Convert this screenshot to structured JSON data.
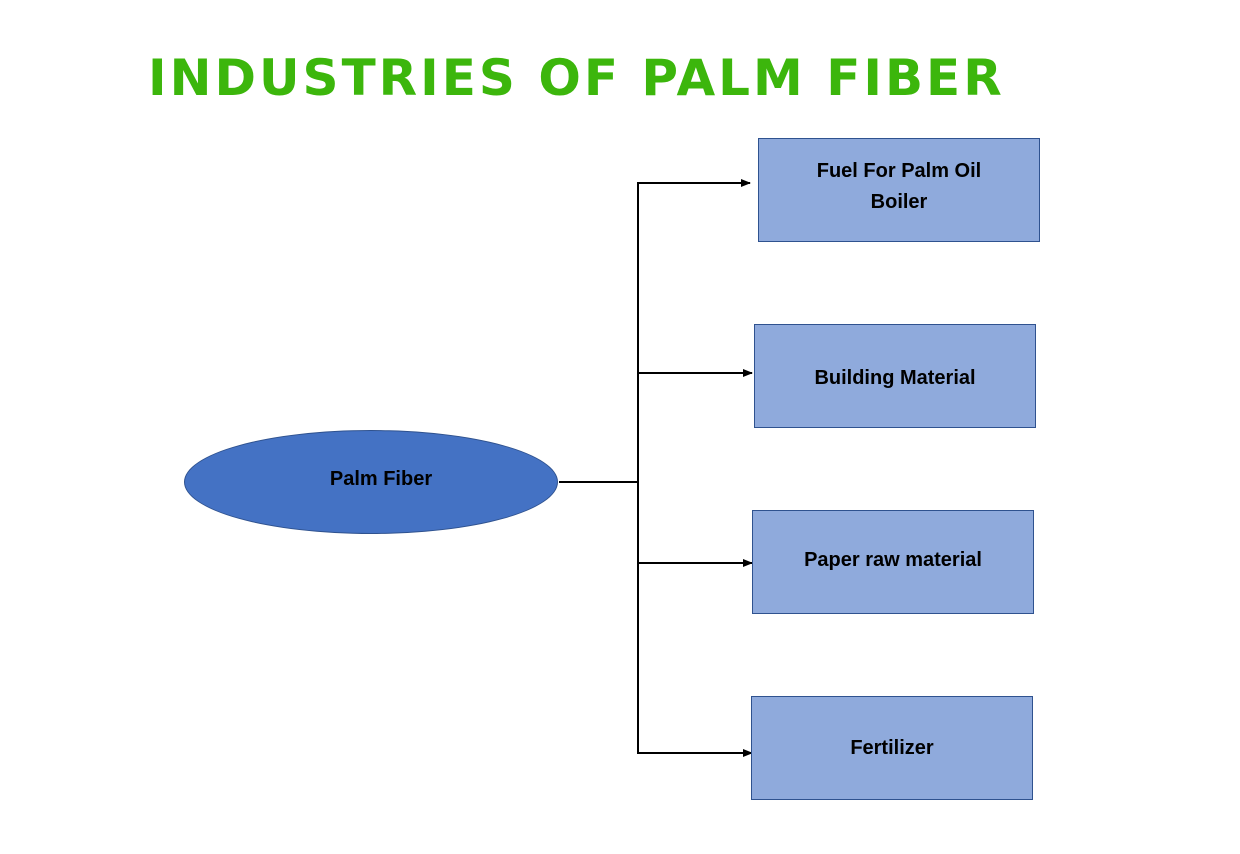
{
  "title": "INDUSTRIES OF PALM FIBER",
  "source": {
    "label": "Palm Fiber"
  },
  "targets": [
    {
      "label": "Fuel For  Palm Oil Boiler"
    },
    {
      "label": "Building Material"
    },
    {
      "label": "Paper raw material"
    },
    {
      "label": "Fertilizer"
    }
  ],
  "colors": {
    "title": "#3cb60c",
    "source_fill": "#4472c4",
    "node_fill": "#8faadc",
    "outline": "#2f528f",
    "connector": "#000000"
  }
}
